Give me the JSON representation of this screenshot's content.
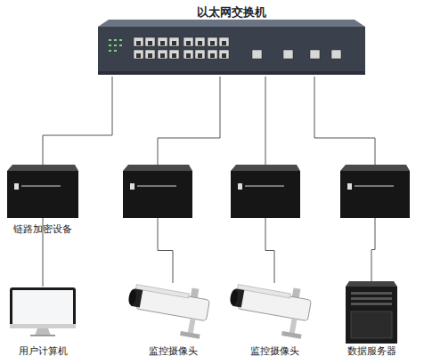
{
  "diagram": {
    "nodes": [
      {
        "text": [
          "以太网交换机"
        ]
      },
      {
        "text": [
          "链路加密设备"
        ]
      },
      {
        "text": []
      },
      {
        "text": []
      },
      {
        "text": []
      },
      {
        "text": [
          "用户计算机"
        ]
      },
      {
        "text": [
          "监控摄像头"
        ]
      },
      {
        "text": [
          "监控摄像头"
        ]
      },
      {
        "text": [
          "数据服务器"
        ]
      }
    ],
    "edges": [
      {
        "from": 0,
        "to": 1,
        "arrow": "none"
      },
      {
        "from": 0,
        "to": 2,
        "arrow": "none"
      },
      {
        "from": 0,
        "to": 3,
        "arrow": "none"
      },
      {
        "from": 0,
        "to": 4,
        "arrow": "none"
      },
      {
        "from": 1,
        "to": 5,
        "arrow": "none"
      },
      {
        "from": 2,
        "to": 6,
        "arrow": "none"
      },
      {
        "from": 3,
        "to": 7,
        "arrow": "none"
      },
      {
        "from": 4,
        "to": 8,
        "arrow": "none"
      }
    ]
  }
}
